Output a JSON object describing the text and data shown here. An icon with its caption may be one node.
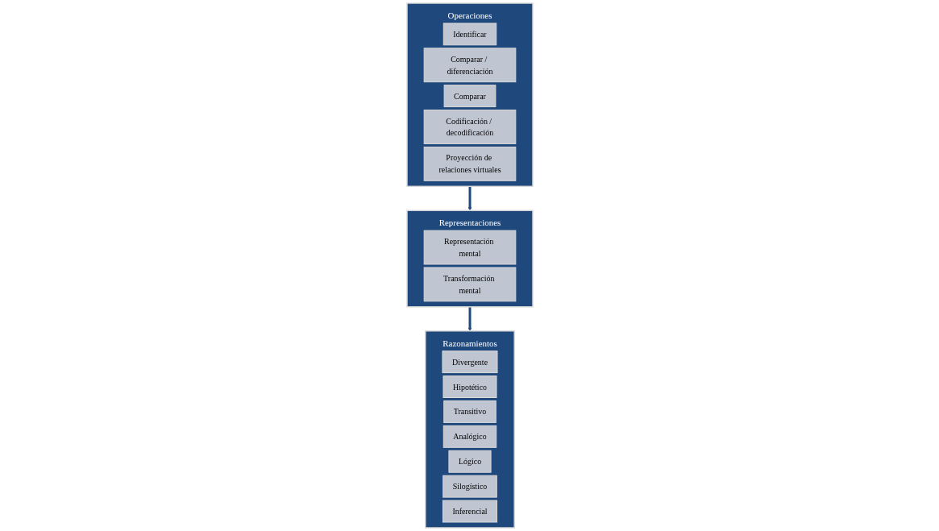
{
  "diagram": {
    "nodes": [
      {
        "text": [
          "Operaciones"
        ]
      },
      {
        "text": [
          "Identificar"
        ],
        "in": 0
      },
      {
        "text": [
          "Comparar / diferenciación"
        ],
        "in": 0
      },
      {
        "text": [
          "Comparar"
        ],
        "in": 0
      },
      {
        "text": [
          "Codificación / decodificación"
        ],
        "in": 0
      },
      {
        "text": [
          "Proyección de relaciones virtuales"
        ],
        "in": 0
      },
      {
        "text": [
          "Representaciones"
        ]
      },
      {
        "text": [
          "Representación mental"
        ],
        "in": 6
      },
      {
        "text": [
          "Transformación mental"
        ],
        "in": 6
      },
      {
        "text": [
          "Razonamientos"
        ]
      },
      {
        "text": [
          "Divergente"
        ],
        "in": 9
      },
      {
        "text": [
          "Hipotético"
        ],
        "in": 9
      },
      {
        "text": [
          "Transitivo"
        ],
        "in": 9
      },
      {
        "text": [
          "Analógico"
        ],
        "in": 9
      },
      {
        "text": [
          "Lógico"
        ],
        "in": 9
      },
      {
        "text": [
          "Silogístico"
        ],
        "in": 9
      },
      {
        "text": [
          "Inferencial"
        ],
        "in": 9
      }
    ],
    "edges": [
      {
        "from": 0,
        "to": 6,
        "arrow": "to"
      },
      {
        "from": 6,
        "to": 9,
        "arrow": "to"
      }
    ]
  }
}
